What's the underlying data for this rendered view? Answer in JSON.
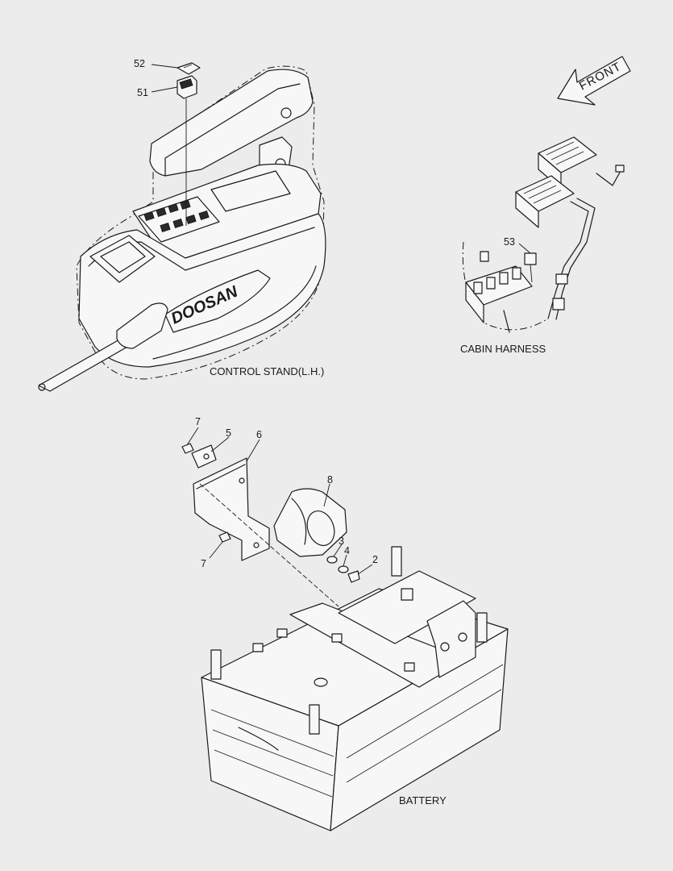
{
  "captions": {
    "control_stand": "CONTROL STAND(L.H.)",
    "cabin_harness": "CABIN HARNESS",
    "battery": "BATTERY"
  },
  "front_arrow": {
    "label": "FRONT"
  },
  "brand_mark": {
    "text": "DOOSAN"
  },
  "callouts": {
    "c52": "52",
    "c51": "51",
    "c53": "53",
    "c7a": "7",
    "c5": "5",
    "c6": "6",
    "c8": "8",
    "c3": "3",
    "c4": "4",
    "c2": "2",
    "c7b": "7"
  },
  "colors": {
    "line": "#1a1a1a",
    "background": "#ececec"
  }
}
